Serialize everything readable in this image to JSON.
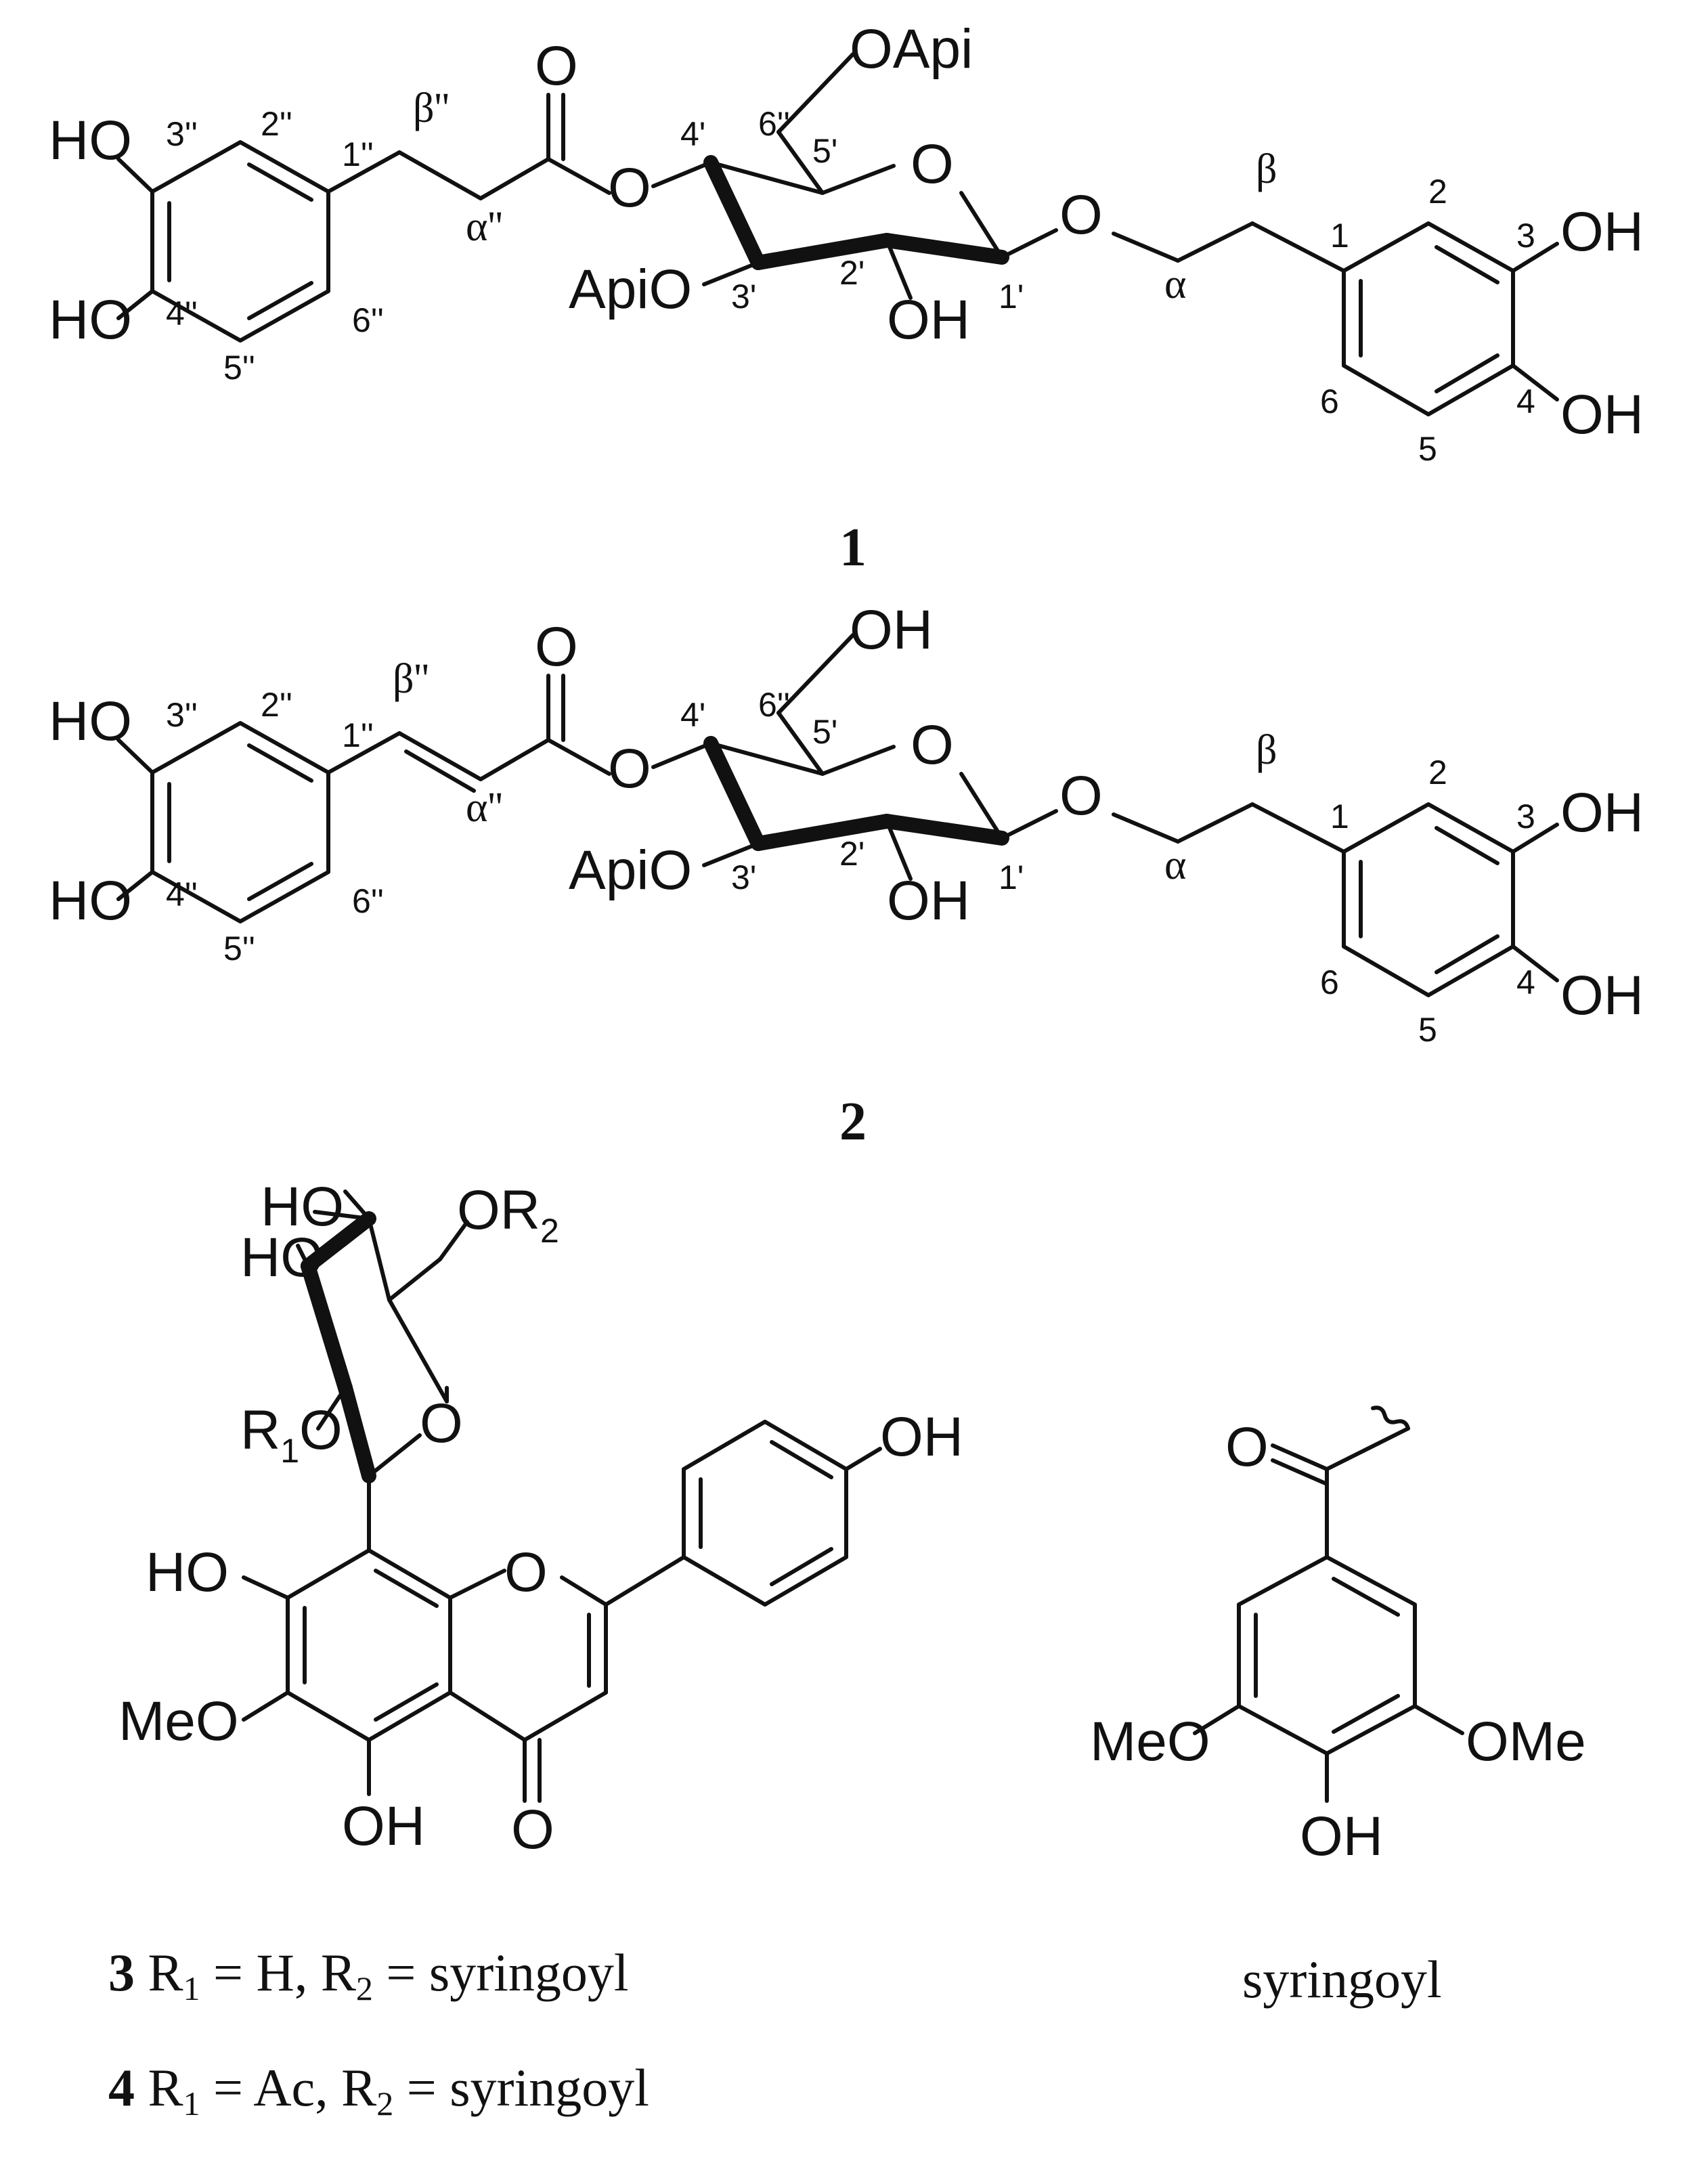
{
  "compound_labels": {
    "c1": "1",
    "c2": "2"
  },
  "atoms": {
    "HO": "HO",
    "OH": "OH",
    "O": "O",
    "OApi": "OApi",
    "ApiO": "ApiO",
    "MeO": "MeO",
    "OMe": "OMe",
    "R1O_R": "R",
    "R1O_sub": "1",
    "R1O_O": "O",
    "OR2_O": "OR",
    "OR2_sub": "2"
  },
  "positions": {
    "p2pp": "2''",
    "p3pp": "3''",
    "p4pp": "4''",
    "p5pp": "5''",
    "p6pp": "6''",
    "p1pp": "1''",
    "beta_pp": "β''",
    "alpha_pp": "α''",
    "p1p": "1'",
    "p2p": "2'",
    "p3p": "3'",
    "p4p": "4'",
    "p5p": "5'",
    "p6pp_sugar": "6''",
    "beta": "β",
    "alpha": "α",
    "p1": "1",
    "p2": "2",
    "p3": "3",
    "p4": "4",
    "p5": "5",
    "p6": "6"
  },
  "captions": {
    "c3_num": "3",
    "c3_text": " R",
    "c3_sub1": "1",
    "c3_mid": " = H, R",
    "c3_sub2": "2",
    "c3_end": " = syringoyl",
    "c4_num": "4",
    "c4_text": " R",
    "c4_sub1": "1",
    "c4_mid": " = Ac, R",
    "c4_sub2": "2",
    "c4_end": " = syringoyl",
    "syringoyl": "syringoyl"
  }
}
